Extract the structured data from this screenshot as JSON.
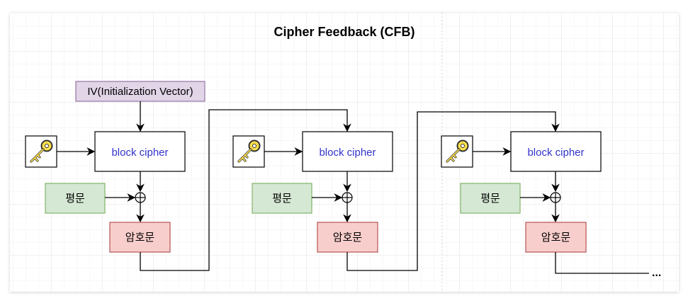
{
  "diagram": {
    "title": "Cipher Feedback (CFB)",
    "iv_label": "IV(Initialization Vector)",
    "stages": [
      {
        "cipher_label": "block cipher",
        "plaintext_label": "평문",
        "ciphertext_label": "암호문"
      },
      {
        "cipher_label": "block cipher",
        "plaintext_label": "평문",
        "ciphertext_label": "암호문"
      },
      {
        "cipher_label": "block cipher",
        "plaintext_label": "평문",
        "ciphertext_label": "암호문"
      }
    ],
    "continuation": "...",
    "xor_symbol": "⊕",
    "key_icon": "key-icon",
    "colors": {
      "iv_fill": "#e1d5e7",
      "iv_stroke": "#9673a6",
      "plain_fill": "#d5e8d4",
      "plain_stroke": "#82b366",
      "cipher_fill": "#f8cecc",
      "cipher_stroke": "#b85450",
      "cipher_text": "#3333cc",
      "key_fill": "#ffe14d",
      "key_stroke": "#333333",
      "grid": "#e8e8e8"
    }
  }
}
